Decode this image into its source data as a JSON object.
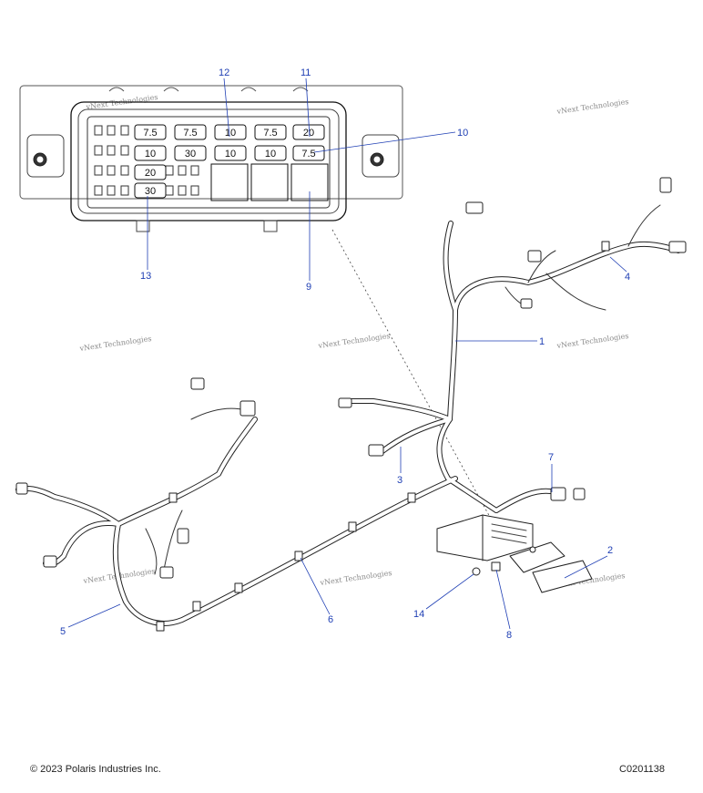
{
  "callouts": [
    {
      "id": "1",
      "label": "1"
    },
    {
      "id": "2",
      "label": "2"
    },
    {
      "id": "3",
      "label": "3"
    },
    {
      "id": "4",
      "label": "4"
    },
    {
      "id": "5",
      "label": "5"
    },
    {
      "id": "6",
      "label": "6"
    },
    {
      "id": "7",
      "label": "7"
    },
    {
      "id": "8",
      "label": "8"
    },
    {
      "id": "9",
      "label": "9"
    },
    {
      "id": "10",
      "label": "10"
    },
    {
      "id": "11",
      "label": "11"
    },
    {
      "id": "12",
      "label": "12"
    },
    {
      "id": "13",
      "label": "13"
    },
    {
      "id": "14",
      "label": "14"
    }
  ],
  "fuse_box": {
    "fuses": [
      "7.5",
      "7.5",
      "10",
      "7.5",
      "20",
      "10",
      "30",
      "10",
      "10",
      "7.5",
      "20",
      "30"
    ]
  },
  "watermark": "vNext Technologies",
  "footer": {
    "copyright": "© 2023 Polaris Industries Inc.",
    "drawing_number": "C0201138"
  }
}
